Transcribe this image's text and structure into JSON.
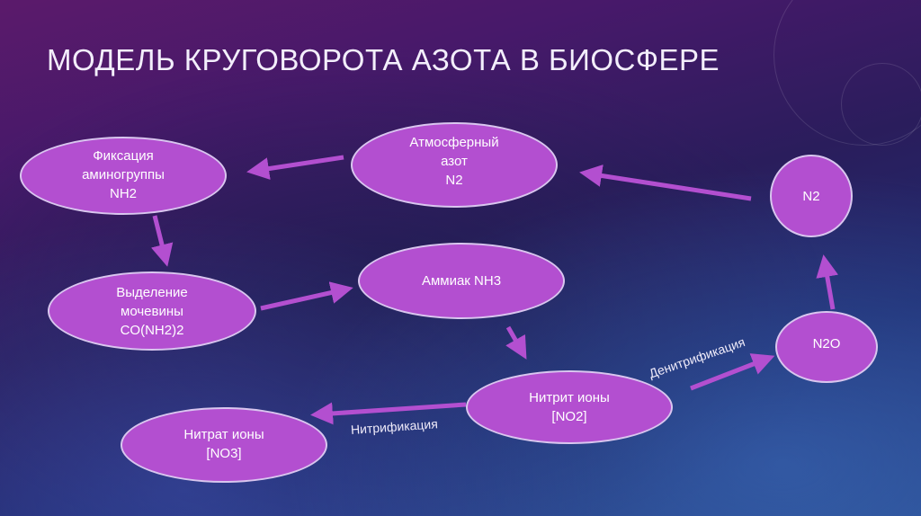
{
  "slide": {
    "title": "МОДЕЛЬ КРУГОВОРОТА АЗОТА В БИОСФЕРЕ"
  },
  "nodes": {
    "atm": [
      "Атмосферный",
      "азот",
      "N2"
    ],
    "fix": [
      "Фиксация",
      "аминогруппы",
      "NH2"
    ],
    "urea": [
      "Выделение",
      "мочевины",
      "CO(NH2)2"
    ],
    "ammonia": [
      "Аммиак NH3"
    ],
    "nitrite": [
      "Нитрит ионы",
      "[NO2]"
    ],
    "nitrate": [
      "Нитрат ионы",
      "[NO3]"
    ],
    "n2o": [
      "N2O"
    ],
    "n2": [
      "N2"
    ]
  },
  "edge_labels": {
    "nitrification": "Нитрификация",
    "denitrification": "Денитрификация"
  },
  "colors": {
    "node_fill": "#b34fd0",
    "node_border": "#d9c6ef",
    "arrow": "#b34fd0"
  }
}
